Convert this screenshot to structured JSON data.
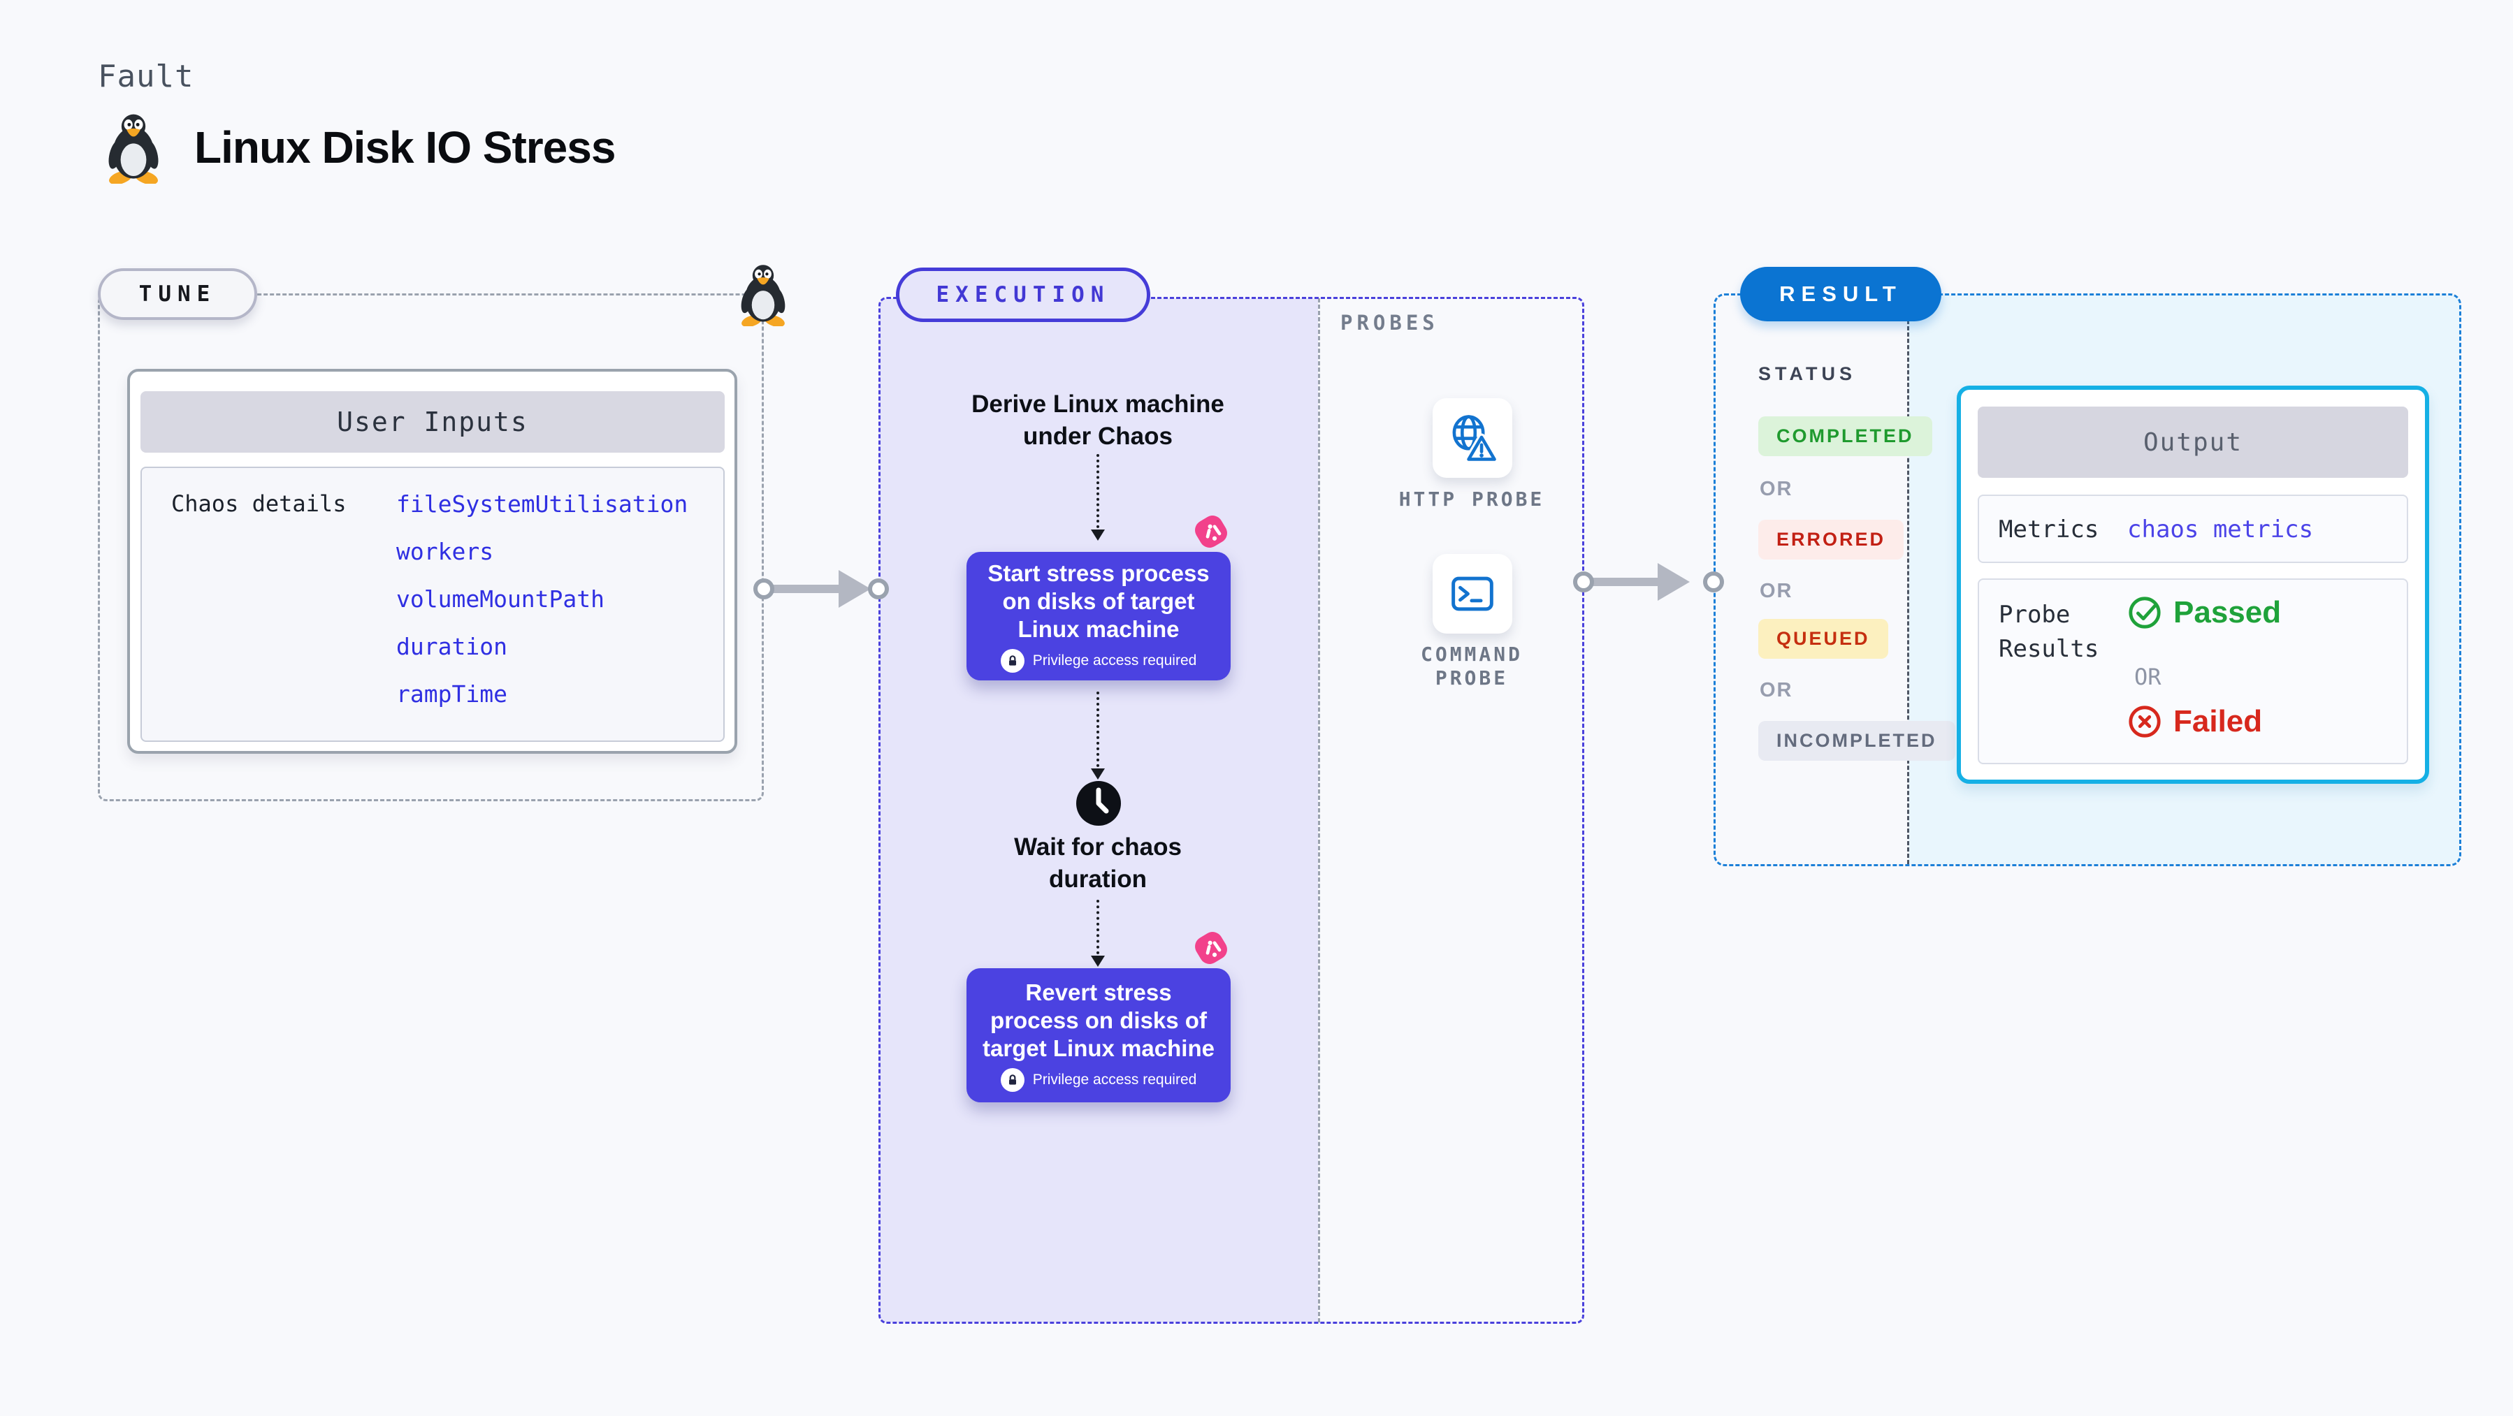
{
  "page": {
    "kicker": "Fault",
    "title": "Linux Disk IO Stress"
  },
  "tune": {
    "badge": "TUNE",
    "card_header": "User Inputs",
    "row_label": "Chaos details",
    "inputs": [
      "fileSystemUtilisation",
      "workers",
      "volumeMountPath",
      "duration",
      "rampTime"
    ]
  },
  "execution": {
    "badge": "EXECUTION",
    "derive_label": "Derive Linux machine under Chaos",
    "start_node_title": "Start stress process on disks of target Linux machine",
    "wait_label": "Wait for chaos duration",
    "revert_node_title": "Revert stress process on disks of target Linux machine",
    "privilege_note": "Privilege access required",
    "probes": {
      "label": "PROBES",
      "items": [
        {
          "label": "HTTP PROBE",
          "icon": "globe-alert-icon"
        },
        {
          "label": "COMMAND PROBE",
          "icon": "terminal-icon"
        }
      ]
    }
  },
  "result": {
    "badge": "RESULT",
    "status_label": "STATUS",
    "or_label": "OR",
    "statuses": [
      {
        "label": "COMPLETED",
        "bg": "#dcf3da",
        "color": "#1f9a2e"
      },
      {
        "label": "ERRORED",
        "bg": "#fdecea",
        "color": "#c22014"
      },
      {
        "label": "QUEUED",
        "bg": "#fcf0bf",
        "color": "#c52f10"
      },
      {
        "label": "INCOMPLETED",
        "bg": "#e8eaf2",
        "color": "#636b7d"
      }
    ],
    "output": {
      "header": "Output",
      "metrics_label": "Metrics",
      "metrics_value": "chaos metrics",
      "probe_results_label": "Probe Results",
      "passed_label": "Passed",
      "or_label": "OR",
      "failed_label": "Failed"
    }
  },
  "colors": {
    "page_bg": "#f8f9fc",
    "accent_indigo": "#4b42e1",
    "lavender_fill": "#e6e5fa",
    "result_badge_blue": "#0b74d2",
    "output_border_cyan": "#15b0e5",
    "result_fill_cyan": "#e9f6fd",
    "input_link_blue": "#2f2fe2",
    "passed_green": "#1fa23a",
    "failed_red": "#d7281d",
    "chaos_pink": "#f2418b",
    "probe_icon_blue": "#1273cf"
  }
}
